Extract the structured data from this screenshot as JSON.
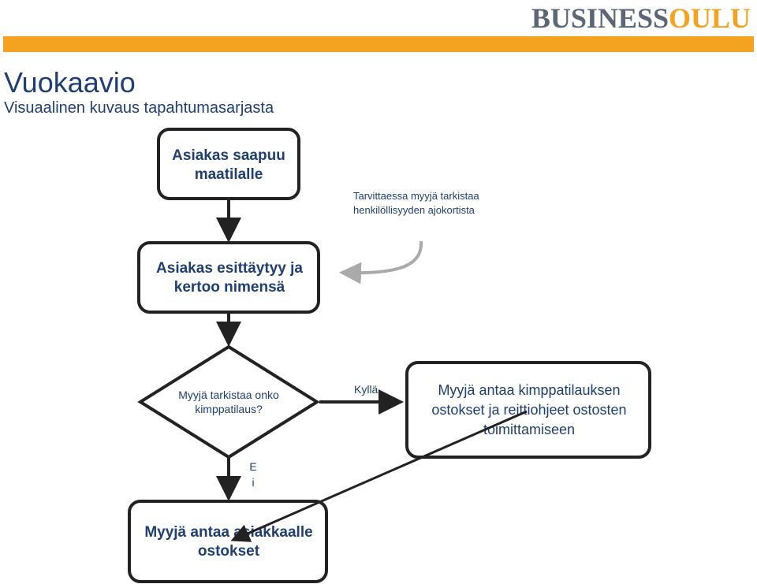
{
  "logo": {
    "part1": "BUSINESS",
    "part2": "OULU"
  },
  "header": {
    "title": "Vuokaavio",
    "subtitle": "Visuaalinen kuvaus tapahtumasarjasta"
  },
  "colors": {
    "accent": "#f3a320",
    "text": "#1f3f73",
    "stroke": "#222222"
  },
  "flowchart": {
    "node_start": "Asiakas saapuu maatilalle",
    "node_introduce": "Asiakas esittäytyy ja kertoo nimensä",
    "note": "Tarvittaessa myyjä tarkistaa henkilöllisyyden ajokortista",
    "decision": "Myyjä tarkistaa onko kimppatilaus?",
    "yes_label": "Kyllä",
    "no_label": "E i",
    "node_yes": "Myyjä antaa kimppatilauksen ostokset ja reittiohjeet ostosten toimittamiseen",
    "node_no": "Myyjä antaa asiakkaalle ostokset"
  }
}
